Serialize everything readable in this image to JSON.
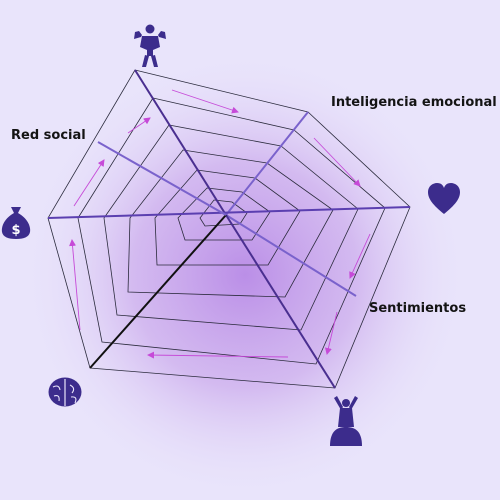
{
  "labels": {
    "inteligencia_emocional": "Inteligencia emocional",
    "red_social": "Red social",
    "sentimientos": "Sentimientos"
  },
  "icons": [
    "strength-icon",
    "heart-icon",
    "meditation-icon",
    "brain-icon",
    "money-bag-icon"
  ],
  "colors": {
    "background": "#e9e4fb",
    "glow": "#b98ae6",
    "axis": "#4a2f90",
    "web": "#2b2b3d",
    "icon": "#3c2c8c",
    "arrow": "#c64ad8"
  }
}
